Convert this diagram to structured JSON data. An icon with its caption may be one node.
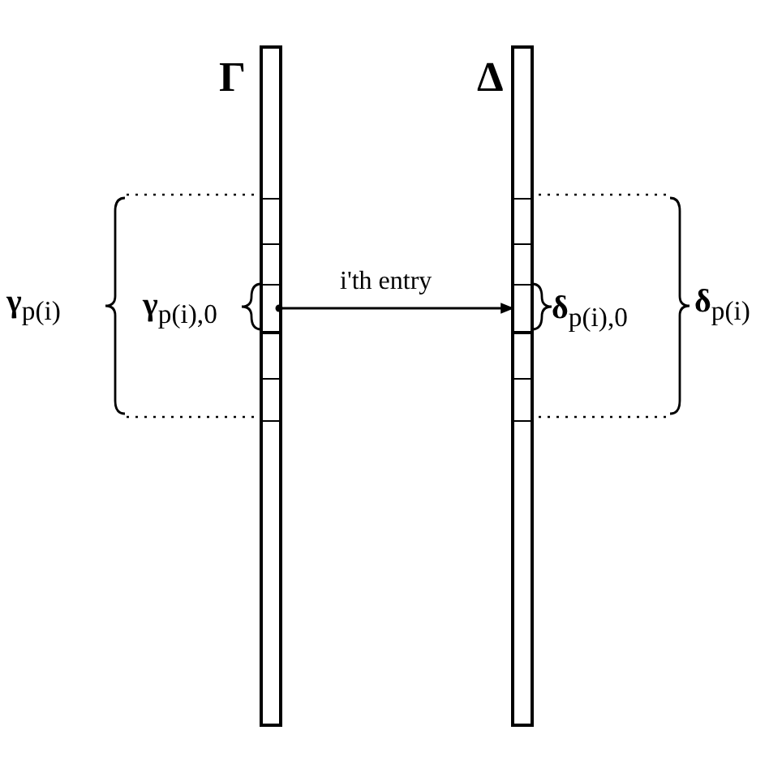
{
  "diagram": {
    "nodes": [
      {
        "text": [
          "Γ"
        ]
      },
      {
        "text": [
          "Δ"
        ]
      },
      {
        "text": [],
        "shape": "box",
        "in": 0
      },
      {
        "text": [],
        "shape": "box",
        "in": 1
      }
    ],
    "edges": [
      {
        "from": 2,
        "to": 3,
        "arrow": "to",
        "label": "i'th entry"
      }
    ],
    "labels": [
      "**γ**$_{p(i)}$",
      "**γ**$_{p(i),0}$",
      "**δ**$_{p(i),0}$",
      "**δ**$_{p(i)}$"
    ]
  }
}
